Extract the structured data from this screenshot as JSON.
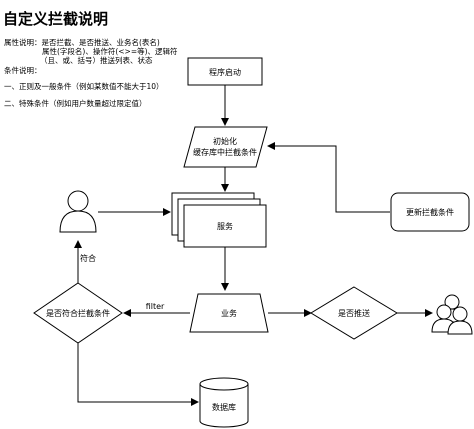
{
  "title": "自定义拦截说明",
  "notes": {
    "attr_line1": "属性说明：是否拦截、是否推送、业务名(表名)",
    "attr_line2": "属性(字段名)、操作符(<>=等)、逻辑符",
    "attr_line3": "（且、或、括号）推送列表、状态",
    "cond_title": "条件说明：",
    "cond_item1": "一、正则及一般条件（例如某数值不能大于10）",
    "cond_item2": "二、特殊条件（例如用户数量超过限定值）"
  },
  "nodes": {
    "start": "程序启动",
    "init_line1": "初始化",
    "init_line2": "缓存库中拦截条件",
    "service": "服务",
    "update": "更新拦截条件",
    "business": "业务",
    "check_intercept": "是否符合拦截条件",
    "check_push": "是否推送",
    "database": "数据库"
  },
  "edge_labels": {
    "match": "符合",
    "filter": "filter"
  },
  "icons": {
    "user": "user-icon",
    "user_group": "user-group-icon",
    "database": "database-icon"
  }
}
